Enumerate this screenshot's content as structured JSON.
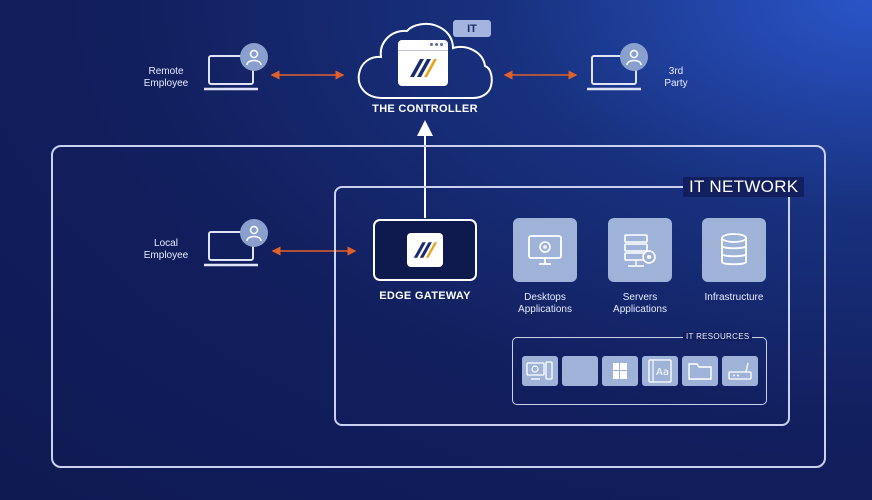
{
  "cloud": {
    "label": "THE CONTROLLER",
    "badge": "IT",
    "logo_icon": "controller-logo-icon"
  },
  "remote_employee": {
    "label_line1": "Remote",
    "label_line2": "Employee"
  },
  "third_party": {
    "label_line1": "3rd",
    "label_line2": "Party"
  },
  "local_employee": {
    "label_line1": "Local",
    "label_line2": "Employee"
  },
  "gateway": {
    "label": "EDGE GATEWAY"
  },
  "network": {
    "title": "IT NETWORK"
  },
  "resources_top": [
    {
      "line1": "Desktops",
      "line2": "Applications",
      "icon": "desktop-gear-icon"
    },
    {
      "line1": "Servers",
      "line2": "Applications",
      "icon": "server-gear-icon"
    },
    {
      "line1": "Infrastructure",
      "line2": "",
      "icon": "database-icon"
    }
  ],
  "it_resources": {
    "title": "IT RESOURCES",
    "icons": [
      "desktop-tower-icon",
      "blank-tile",
      "windows-icon",
      "font-book-icon",
      "folder-icon",
      "router-icon"
    ]
  },
  "colors": {
    "arrow": "#e0602a",
    "line": "#ffffff",
    "tile": "#9fb3d9",
    "background": "#121f5e"
  }
}
